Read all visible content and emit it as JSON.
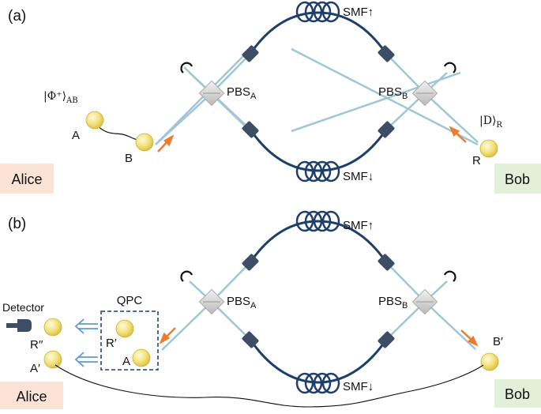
{
  "panel_a": {
    "tag": "(a)",
    "smf_up": "SMF↑",
    "smf_down": "SMF↓",
    "pbs_a": "PBS",
    "pbs_a_sub": "A",
    "pbs_b": "PBS",
    "pbs_b_sub": "B",
    "state_ab": "|Φ⁺⟩",
    "state_ab_sub": "AB",
    "state_r": "|D⟩",
    "state_r_sub": "R",
    "photon_a": "A",
    "photon_b": "B",
    "photon_r": "R",
    "alice": "Alice",
    "bob": "Bob"
  },
  "panel_b": {
    "tag": "(b)",
    "smf_up": "SMF↑",
    "smf_down": "SMF↓",
    "pbs_a": "PBS",
    "pbs_a_sub": "A",
    "pbs_b": "PBS",
    "pbs_b_sub": "B",
    "detector": "Detector",
    "qpc": "QPC",
    "photon_r1": "R′",
    "photon_a": "A",
    "photon_r2": "R′′",
    "photon_a1": "A′",
    "photon_b1": "B′",
    "alice": "Alice",
    "bob": "Bob"
  },
  "colors": {
    "fiber": "#1f3f6b",
    "beam": "#9ec6d6",
    "coupler": "#3d4d66",
    "splitter": "#cccccc",
    "photon": "#f4e27a",
    "arrow_orange": "#ee7c2e",
    "arrow_blue": "#5b9bd5",
    "alice_bg": "#fbe4d5",
    "bob_bg": "#e2efd9"
  }
}
